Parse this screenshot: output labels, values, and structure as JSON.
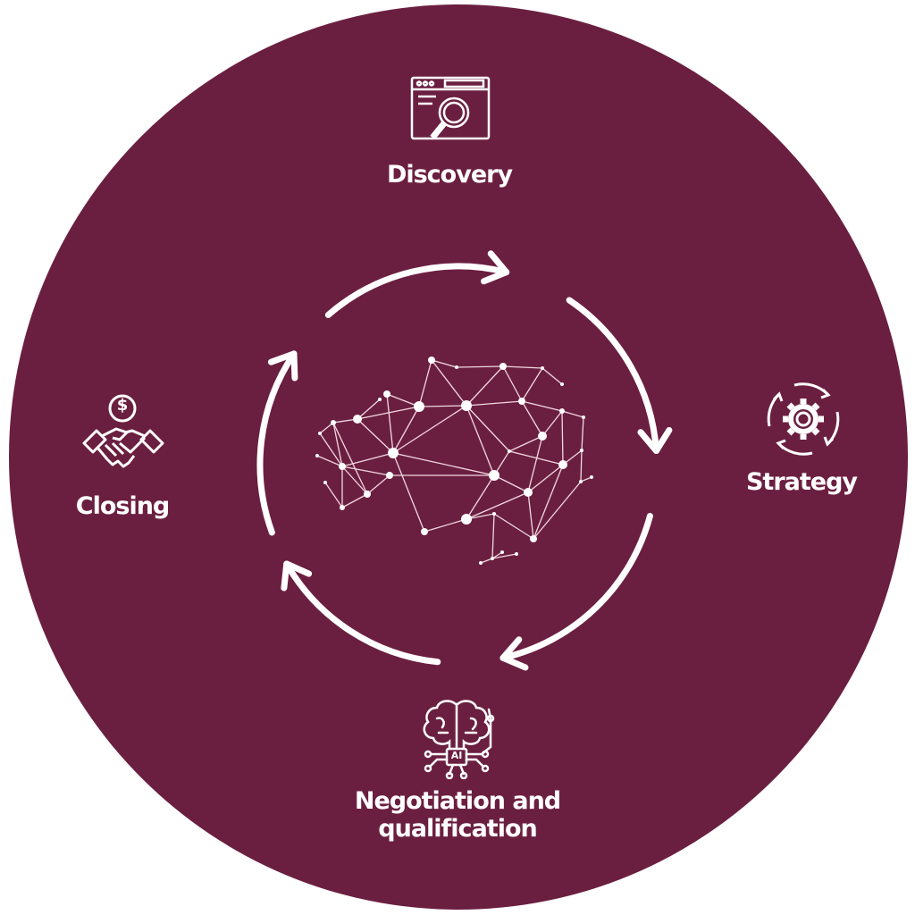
{
  "colors": {
    "background": "#6b1f40",
    "foreground": "#ffffff"
  },
  "stages": {
    "discovery": {
      "label": "Discovery",
      "icon": "browser-search-icon"
    },
    "strategy": {
      "label": "Strategy",
      "icon": "gear-cycle-icon"
    },
    "negotiation": {
      "label_line1": "Negotiation and",
      "label_line2": "qualification",
      "icon": "ai-brain-chip-icon",
      "chip_text": "AI"
    },
    "closing": {
      "label": "Closing",
      "icon": "handshake-dollar-icon",
      "coin_symbol": "$"
    }
  },
  "center": {
    "icon": "neural-network-brain-icon"
  }
}
